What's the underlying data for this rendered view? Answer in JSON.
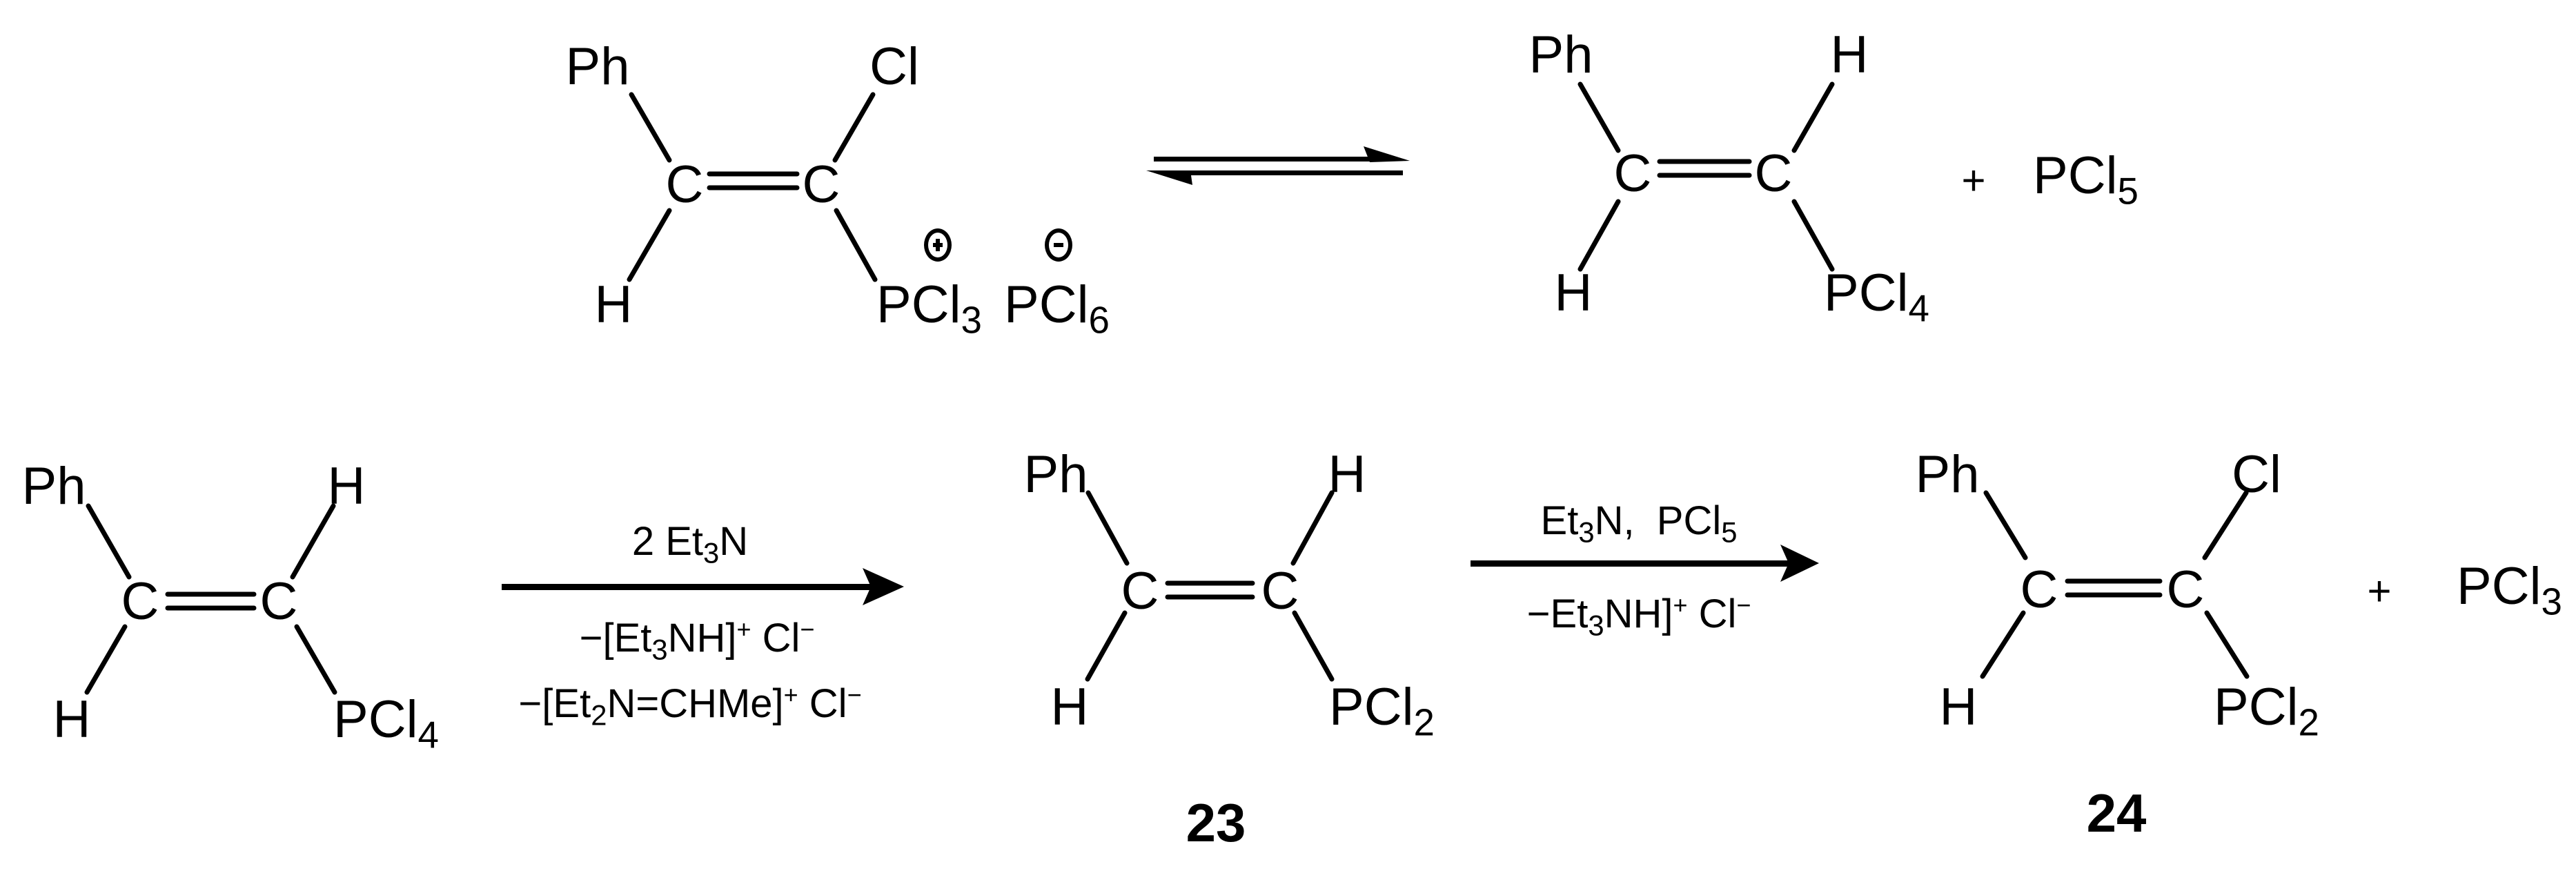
{
  "scheme": {
    "row1": {
      "reactant": {
        "top_left": "Ph",
        "top_right": "Cl",
        "c1": "C",
        "c2": "C",
        "bottom_left": "H",
        "bottom_right_main": "PCl",
        "bottom_right_sub": "3",
        "counter_ion_main": "PCl",
        "counter_ion_sub": "6",
        "cation_charge": "+",
        "anion_charge": "−"
      },
      "arrow": "equilibrium",
      "product": {
        "top_left": "Ph",
        "top_right": "H",
        "c1": "C",
        "c2": "C",
        "bottom_left": "H",
        "bottom_right_main": "PCl",
        "bottom_right_sub": "4"
      },
      "plus": "+",
      "byproduct_main": "PCl",
      "byproduct_sub": "5"
    },
    "row2": {
      "start": {
        "top_left": "Ph",
        "top_right": "H",
        "c1": "C",
        "c2": "C",
        "bottom_left": "H",
        "bottom_right_main": "PCl",
        "bottom_right_sub": "4"
      },
      "arrow1": {
        "above": {
          "pre": "2 Et",
          "sub": "3",
          "post": "N"
        },
        "below1": {
          "pre": "−[Et",
          "sub": "3",
          "mid": "NH]",
          "sup": "+",
          "post": " Cl",
          "sup2": "−"
        },
        "below2": {
          "pre": "−[Et",
          "sub": "2",
          "mid": "N=CHMe]",
          "sup": "+",
          "post": " Cl",
          "sup2": "−"
        }
      },
      "compound23": {
        "top_left": "Ph",
        "top_right": "H",
        "c1": "C",
        "c2": "C",
        "bottom_left": "H",
        "bottom_right_main": "PCl",
        "bottom_right_sub": "2",
        "label": "23"
      },
      "arrow2": {
        "above": {
          "pre": "Et",
          "sub": "3",
          "mid": "N,  PCl",
          "sub2": "5"
        },
        "below": {
          "pre": "−Et",
          "sub": "3",
          "mid": "NH]",
          "sup": "+",
          "post": " Cl",
          "sup2": "−"
        }
      },
      "compound24": {
        "top_left": "Ph",
        "top_right": "Cl",
        "c1": "C",
        "c2": "C",
        "bottom_left": "H",
        "bottom_right_main": "PCl",
        "bottom_right_sub": "2",
        "label": "24"
      },
      "plus": "+",
      "byproduct_main": "PCl",
      "byproduct_sub": "3"
    }
  }
}
